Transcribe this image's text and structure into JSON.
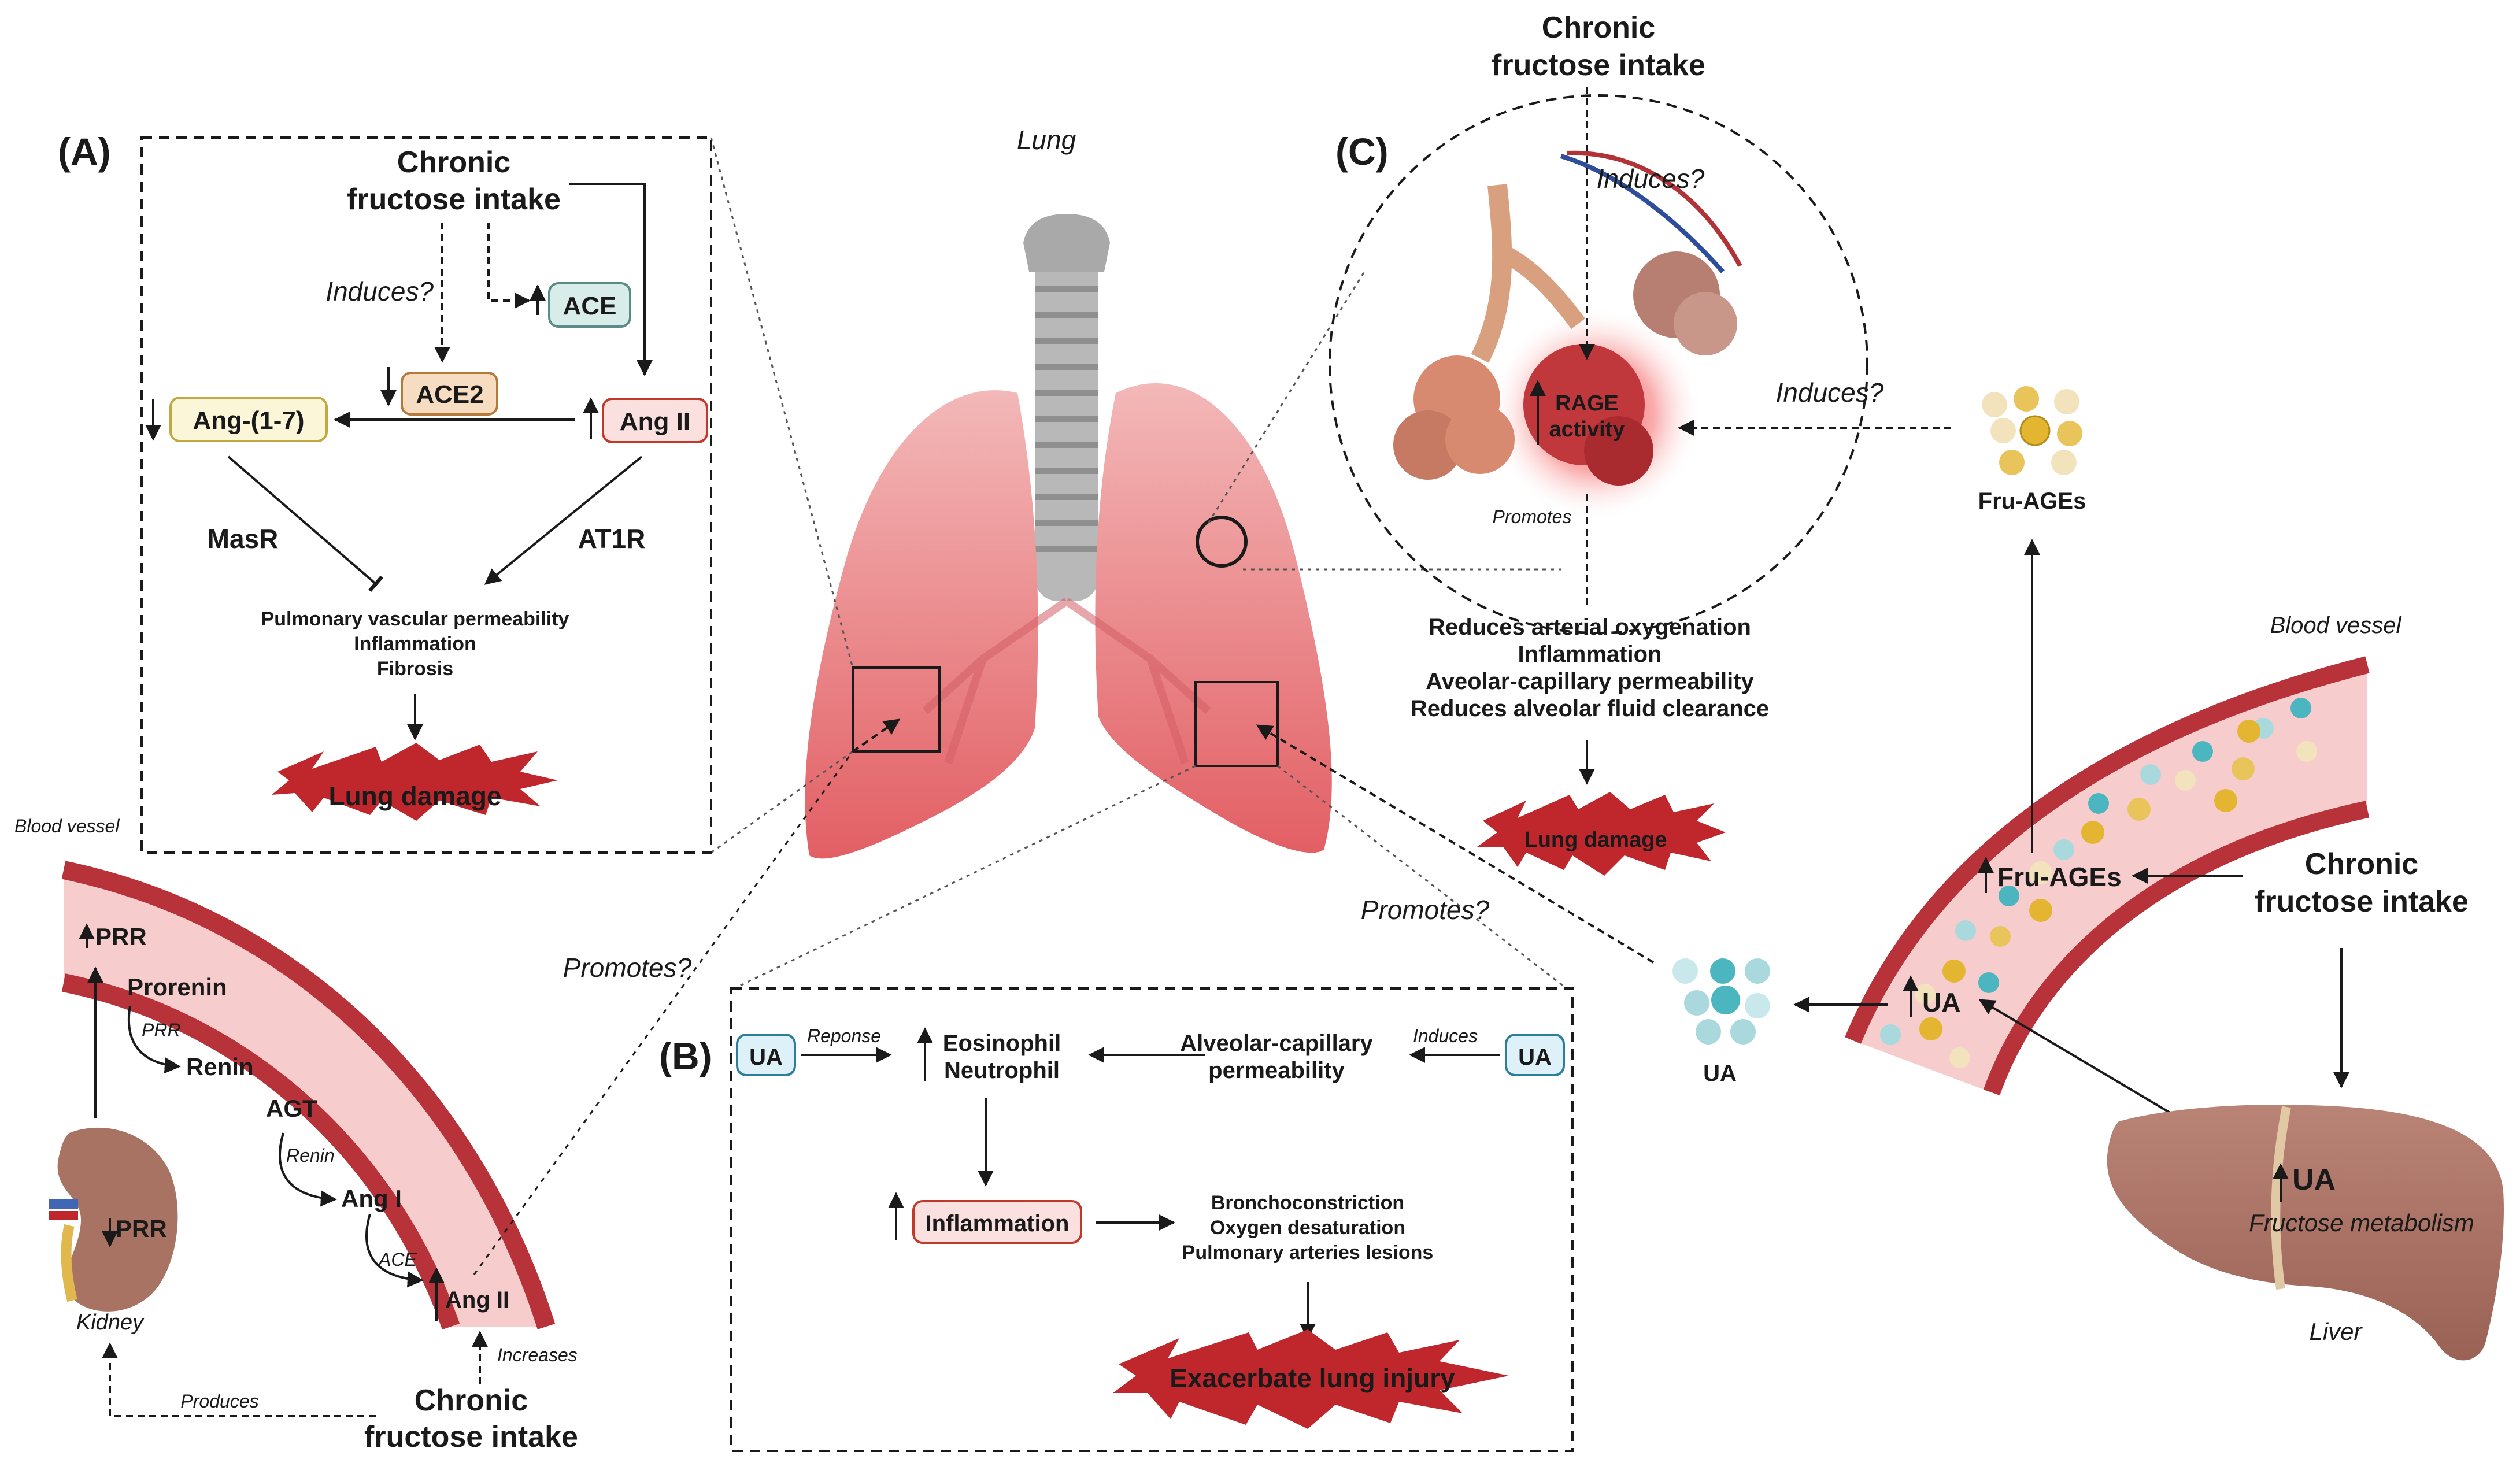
{
  "panels": {
    "a": "(A)",
    "b": "(B)",
    "c": "(C)"
  },
  "lung": {
    "title": "Lung"
  },
  "panelA": {
    "fructose_line1": "Chronic",
    "fructose_line2": "fructose intake",
    "induces": "Induces?",
    "ace": "ACE",
    "ace2": "ACE2",
    "ang17": "Ang-(1-7)",
    "angII": "Ang II",
    "masr": "MasR",
    "at1r": "AT1R",
    "effects": [
      "Pulmonary vascular permeability",
      "Inflammation",
      "Fibrosis"
    ],
    "damage": "Lung damage"
  },
  "kidney": {
    "blood_vessel": "Blood vessel",
    "prr_top": "PRR",
    "prorenin": "Prorenin",
    "prr_enzyme": "PRR",
    "renin": "Renin",
    "agt": "AGT",
    "renin_enzyme": "Renin",
    "ang1": "Ang I",
    "ace_enzyme": "ACE",
    "angII": "Ang II",
    "prr_kidney": "PRR",
    "kidney": "Kidney",
    "produces": "Produces",
    "increases": "Increases",
    "fructose_line1": "Chronic",
    "fructose_line2": "fructose intake",
    "promotes": "Promotes?"
  },
  "panelB": {
    "ua_left": "UA",
    "reponse": "Reponse",
    "cells": [
      "Eosinophil",
      "Neutrophil"
    ],
    "alveolar": [
      "Alveolar-capillary",
      "permeability"
    ],
    "induces": "Induces",
    "ua_right": "UA",
    "inflammation": "Inflammation",
    "effects": [
      "Bronchoconstriction",
      "Oxygen desaturation",
      "Pulmonary arteries lesions"
    ],
    "injury": "Exacerbate lung injury"
  },
  "panelC": {
    "fructose_line1": "Chronic",
    "fructose_line2": "fructose intake",
    "induces_top": "Induces?",
    "rage": [
      "RAGE",
      "activity"
    ],
    "promotes": "Promotes",
    "induces_side": "Induces?",
    "fru_ages": "Fru-AGEs",
    "effects": [
      "Reduces arterial oxygenation",
      "Inflammation",
      "Aveolar-capillary permeability",
      "Reduces alveolar fluid clearance"
    ],
    "damage": "Lung damage"
  },
  "right": {
    "blood_vessel": "Blood vessel",
    "fru_ages": "Fru-AGEs",
    "fructose_line1": "Chronic",
    "fructose_line2": "fructose intake",
    "ua_vessel": "UA",
    "ua_cluster": "UA",
    "promotes": "Promotes?",
    "ua_liver": "UA",
    "metabolism": "Fructose metabolism",
    "liver": "Liver"
  },
  "colors": {
    "box_red_fill": "#fbe0e0",
    "box_red_stroke": "#c0392b",
    "box_orange_fill": "#f6dcc0",
    "box_yellow_fill": "#fcf6d9",
    "box_teal_fill": "#d8ecea",
    "box_blue_fill": "#dff1f8",
    "lung_fill": "#e9858a",
    "vessel_wall": "#b8323a",
    "vessel_inner": "#f6cccd",
    "star_fill": "#c0272d",
    "liver_fill": "#a86f63"
  }
}
